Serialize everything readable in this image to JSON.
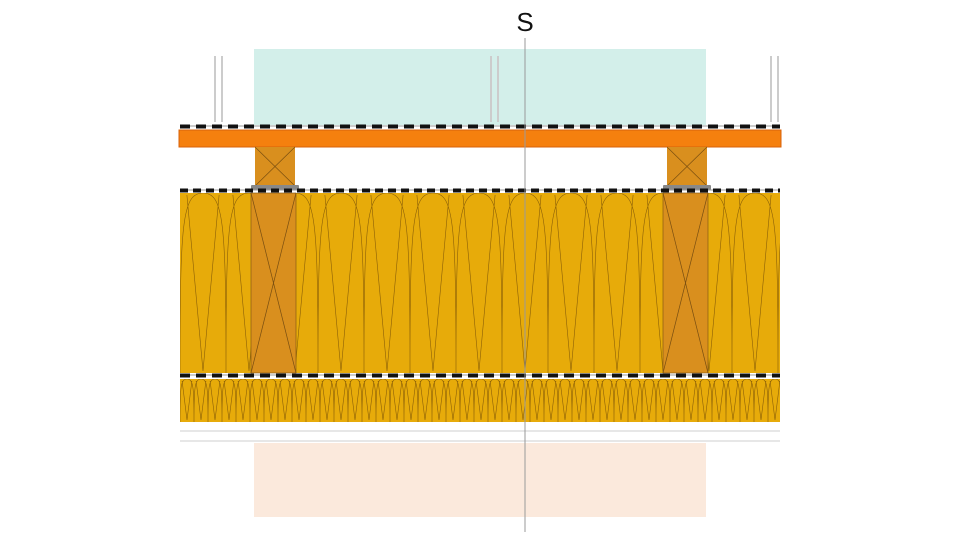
{
  "diagram": {
    "section_label": "S"
  },
  "colors": {
    "cold_zone": "#d3efea",
    "warm_zone": "#fbe9dc",
    "batten": "#f5800e",
    "batten_edge": "#d8620a",
    "insulation": "#e7ab0a",
    "insulation_line": "#8a5f08",
    "rafter": "#d98f1e",
    "rafter_line": "#7a4f10",
    "membrane_dash": "#111111",
    "strap": "#888888",
    "section_line": "#9a9a9a",
    "rail": "#cccccc"
  },
  "icons": {
    "membrane": "dashed-membrane-line",
    "section_marker": "section-cut-line"
  }
}
